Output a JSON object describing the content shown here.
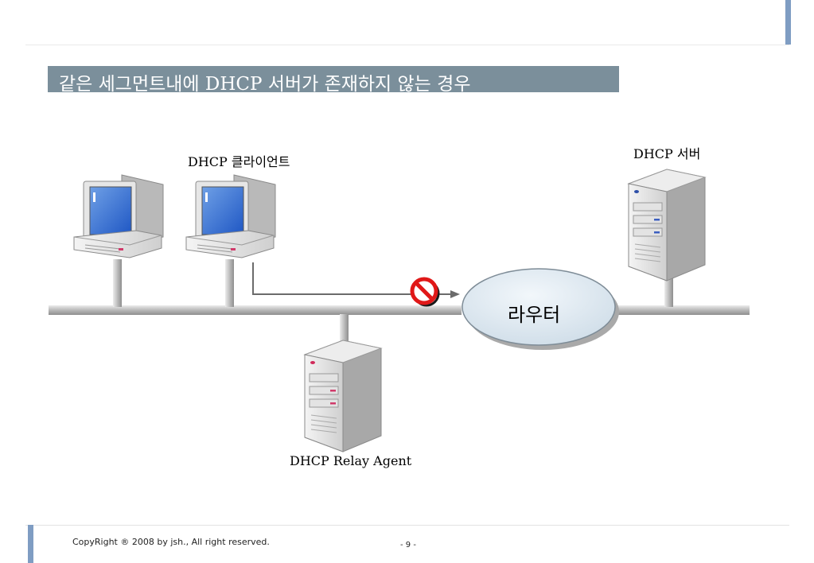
{
  "title": "같은 세그먼트내에 DHCP 서버가 존재하지 않는 경우",
  "labels": {
    "dhcp_client": "DHCP 클라이언트",
    "dhcp_server": "DHCP 서버",
    "relay_agent": "DHCP Relay Agent",
    "router": "라우터"
  },
  "icons": {
    "client_pc_1": "desktop-computer-icon",
    "client_pc_2": "desktop-computer-icon",
    "dhcp_server": "tower-server-icon",
    "relay_agent": "tower-server-icon",
    "blocked": "prohibited-icon",
    "router": "router-cloud-icon"
  },
  "colors": {
    "title_bar": "#7b8f9b",
    "accent": "#7f9dc3",
    "prohibited": "#e01818",
    "router_fill": "#e4edf4"
  },
  "footer": {
    "copyright": "CopyRight ® 2008 by jsh., All right reserved.",
    "page": "- 9 -"
  }
}
